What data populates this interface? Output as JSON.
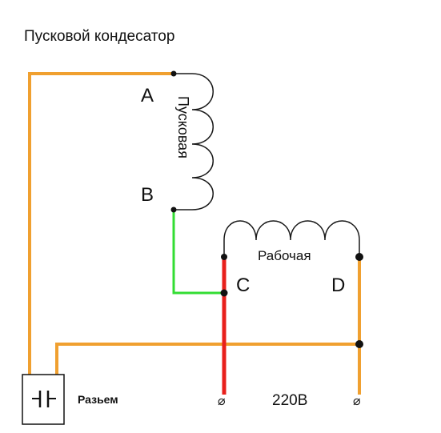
{
  "title": "Пусковой кондесатор",
  "labels": {
    "start_winding": "Пусковая",
    "run_winding": "Рабочая",
    "terminal_a": "A",
    "terminal_b": "B",
    "terminal_c": "C",
    "terminal_d": "D",
    "connector": "Разьем",
    "voltage": "220В",
    "terminal_symbol": "⌀"
  },
  "colors": {
    "wire_orange": "#f0a030",
    "wire_green": "#33dd33",
    "wire_red": "#e8201c",
    "coil": "#1a1a1a",
    "node": "#111111"
  }
}
